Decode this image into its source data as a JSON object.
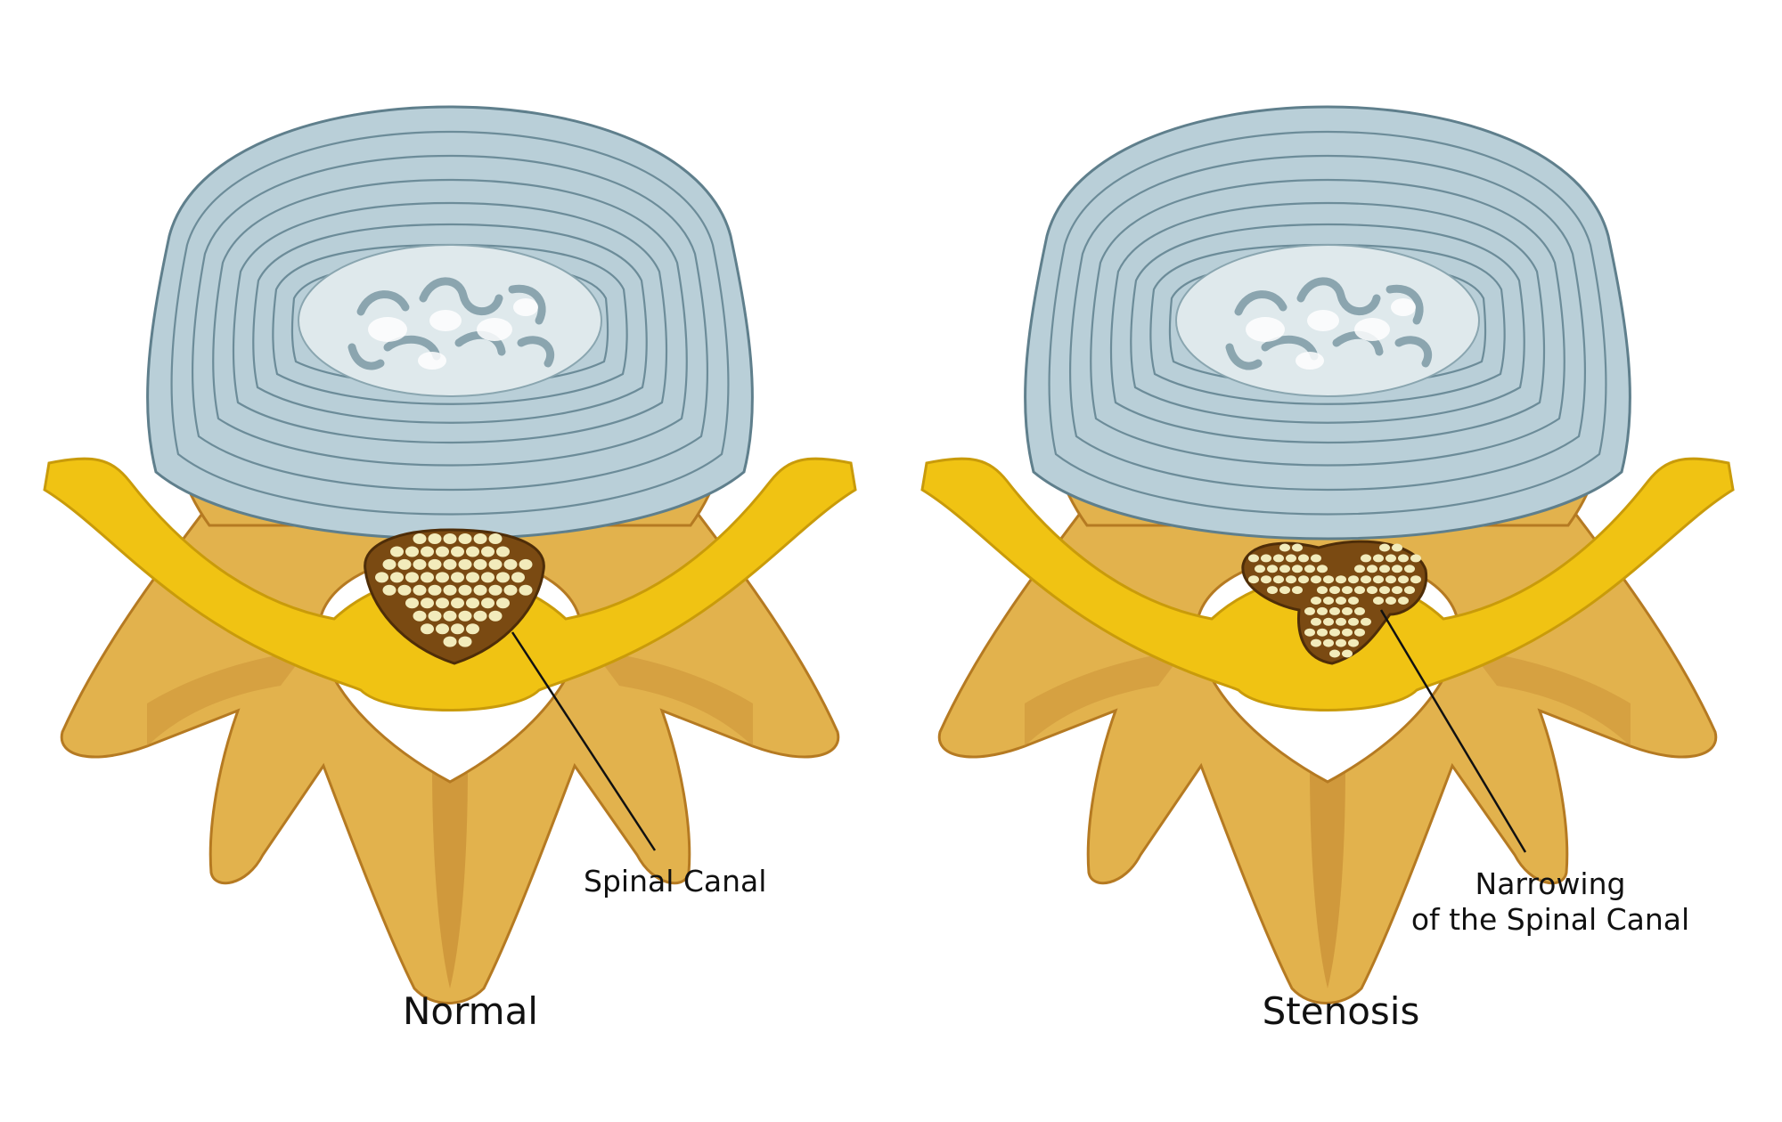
{
  "panels": [
    {
      "caption": "Normal",
      "callout": [
        "Spinal Canal"
      ]
    },
    {
      "caption": "Stenosis",
      "callout": [
        "Narrowing",
        "of the Spinal Canal"
      ]
    }
  ],
  "colors": {
    "disc": "#b9cfd8",
    "disc_ring": "#5f7f8c",
    "disc_core": "#dfe9ec",
    "ligament": "#f0c313",
    "bone": "#e2b24d",
    "bone_shadow": "#b87a25",
    "canal": "#7a4a12",
    "nerve": "#f2ebbb"
  }
}
